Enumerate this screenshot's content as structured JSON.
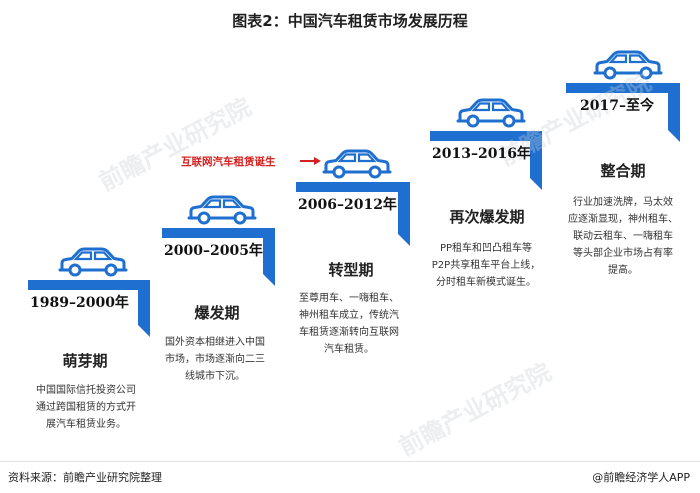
{
  "title": "图表2：中国汽车租赁市场发展历程",
  "colors": {
    "step_blue": "#1e6fd0",
    "car_blue": "#1e6fd0",
    "note_red": "#d3211f"
  },
  "note": "互联网汽车租赁诞生",
  "stages": [
    {
      "years": "1989–2000年",
      "name": "萌芽期",
      "desc": "中国国际信托投资公司\n通过跨国租赁的方式开\n展汽车租赁业务。"
    },
    {
      "years": "2000–2005年",
      "name": "爆发期",
      "desc": "国外资本相继进入中国\n市场，市场逐渐向二三\n线城市下沉。"
    },
    {
      "years": "2006–2012年",
      "name": "转型期",
      "desc": "至尊用车、一嗨租车、\n神州租车成立，传统汽\n车租赁逐渐转向互联网\n汽车租赁。"
    },
    {
      "years": "2013–2016年",
      "name": "再次爆发期",
      "desc": "PP租车和凹凸租车等\nP2P共享租车平台上线，\n分时租车新模式诞生。"
    },
    {
      "years": "2017–至今",
      "name": "整合期",
      "desc": "行业加速洗牌，马太效\n应逐渐显现，神州租车、\n联动云租车、一嗨租车\n等头部企业市场占有率\n提高。"
    }
  ],
  "footer": {
    "source": "资料来源：前瞻产业研究院整理",
    "brand": "@前瞻经济学人APP"
  },
  "watermark": "前瞻产业研究院"
}
